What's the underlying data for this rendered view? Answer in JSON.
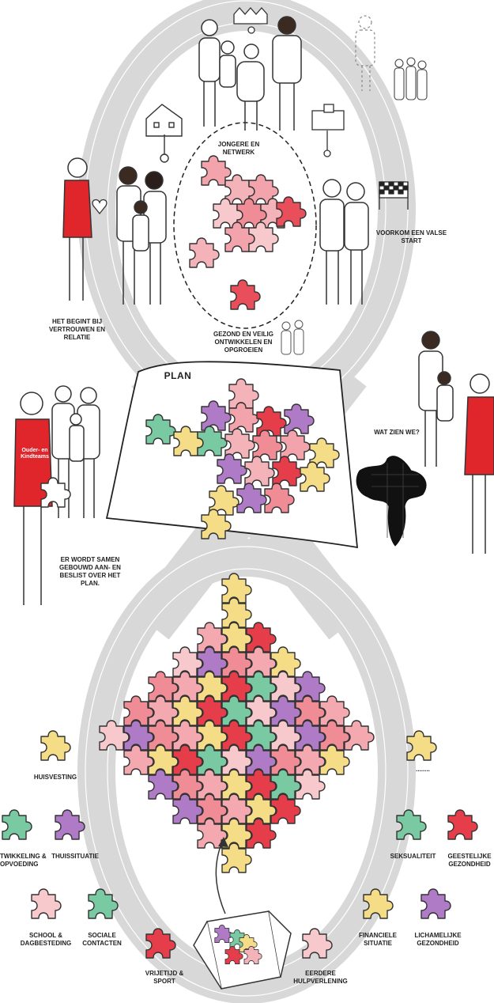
{
  "colors": {
    "red": "#e53e4a",
    "pink": "#f4a9b0",
    "light_pink": "#f7c9cd",
    "purple": "#b07bc6",
    "green": "#79c9a3",
    "yellow": "#f5dc86",
    "outfit_red": "#e0252b",
    "track_gray": "#d4d4d4"
  },
  "top": {
    "network_label": "JONGERE EN\nNETWERK",
    "trust_label": "HET BEGINT BIJ\nVERTROUWEN EN\nRELATIE",
    "false_start_label": "VOORKOM EEN VALSE\nSTART",
    "healthy_label": "GEZOND EN VEILIG\nONTWIKKELEN EN\nOPGROEIEN"
  },
  "middle": {
    "plan_title": "PLAN",
    "what_label": "WAT ZIEN WE?",
    "built_label": "ER WORDT SAMEN\nGEBOUWD AAN- EN\nBESLIST OVER HET\nPLAN.",
    "shirt_text": "Ouder- en\nKindteams"
  },
  "domains": [
    {
      "id": "huisvesting",
      "label": "HUISVESTING",
      "color": "yellow"
    },
    {
      "id": "other",
      "label": "........",
      "color": "yellow"
    },
    {
      "id": "ontwikkeling",
      "label": "TWIKKELING &\nOPVOEDING",
      "color": "green"
    },
    {
      "id": "thuissituatie",
      "label": "THUISSITUATIE",
      "color": "purple"
    },
    {
      "id": "seksualiteit",
      "label": "SEKSUALITEIT",
      "color": "green"
    },
    {
      "id": "geestelijke",
      "label": "GEESTELIJKE\nGEZONDHEID",
      "color": "red"
    },
    {
      "id": "school",
      "label": "SCHOOL &\nDAGBESTEDING",
      "color": "light_pink"
    },
    {
      "id": "sociale",
      "label": "SOCIALE\nCONTACTEN",
      "color": "green"
    },
    {
      "id": "financiele",
      "label": "FINANCIELE\nSITUATIE",
      "color": "yellow"
    },
    {
      "id": "lichamelijke",
      "label": "LICHAMELIJKE\nGEZONDHEID",
      "color": "purple"
    },
    {
      "id": "vrijetijd",
      "label": "VRIJETIJD &\nSPORT",
      "color": "red"
    },
    {
      "id": "eerdere",
      "label": "EERDERE\nHULPVERLENING",
      "color": "light_pink"
    }
  ]
}
